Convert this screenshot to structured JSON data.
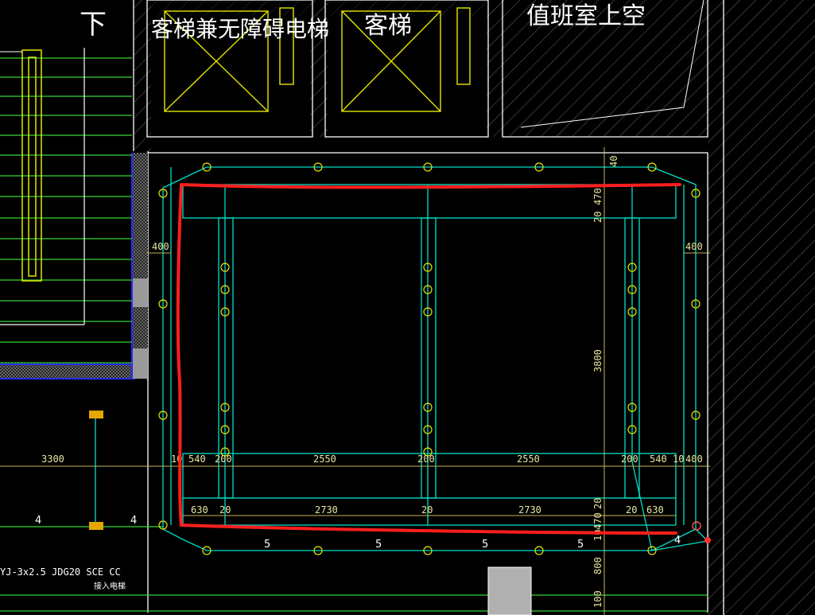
{
  "labels": {
    "stair_down": "下",
    "elevator_accessible": "客梯兼无障碍电梯",
    "elevator": "客梯",
    "duty_room_void": "值班室上空",
    "cable_spec": "YJ-3x2.5 JDG20 SCE CC",
    "cable_note": "接入电梯"
  },
  "dims": {
    "top_40": "40",
    "right_20": "20",
    "right_470_top": "470",
    "left_400": "400",
    "right_400": "400",
    "vert_3800": "3800",
    "h3300": "3300",
    "h10_left": "10",
    "h540_left": "540",
    "h200_a": "200",
    "h2550_a": "2550",
    "h200_b": "200",
    "h2550_b": "2550",
    "h200_c": "200",
    "h540_right": "540",
    "h10_right": "10",
    "h400_right": "400",
    "h630_left": "630",
    "h20_a": "20",
    "h2730_a": "2730",
    "h20_b": "20",
    "h2730_b": "2730",
    "h20_c": "20",
    "h630_right": "630",
    "right_20_bot": "20",
    "right_470_bot": "470",
    "right_10_bot": "10",
    "right_800": "800",
    "right_100": "100"
  },
  "wire_counts": {
    "w4_a": "4",
    "w4_b": "4",
    "w5_a": "5",
    "w5_b": "5",
    "w5_c": "5",
    "w5_d": "5",
    "w4_c": "4"
  },
  "colors": {
    "background": "#000000",
    "wall": "#ffffff",
    "elevator": "#e6e600",
    "wiring": "#00e0c8",
    "wire_green": "#33d633",
    "dimension": "#c8b45a",
    "markup": "#ff1e1e",
    "hatch": "#7a7a7a",
    "column_blue": "#2a2aff"
  }
}
